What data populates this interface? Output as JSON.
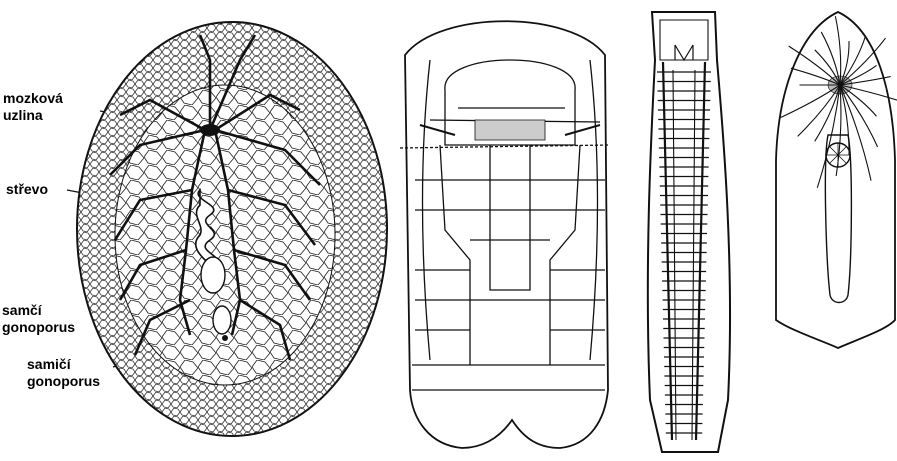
{
  "labels": {
    "brain": [
      "mozková",
      "uzlina"
    ],
    "gut": "střevo",
    "male_pore": [
      "samčí",
      "gonoporus"
    ],
    "female_pore": [
      "samičí",
      "gonoporus"
    ]
  },
  "colors": {
    "ink": "#111111",
    "paper": "#ffffff",
    "stipple": "#555555"
  },
  "figures": [
    "polyclad-flatworm",
    "mesozoan-segmented-larva",
    "segmented-worm",
    "leaf-shaped-worm"
  ]
}
